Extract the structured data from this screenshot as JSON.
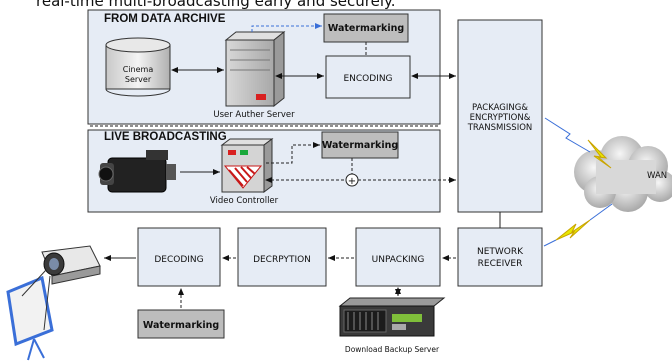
{
  "header_fragment": "real-time multi-broadcasting early and securely.",
  "sections": {
    "archive": "FROM DATA ARCHIVE",
    "live": "LIVE BROADCASTING"
  },
  "nodes": {
    "cinema_server": [
      "Cinema",
      "Server"
    ],
    "user_auth_server": "User Auther Server",
    "watermarking_top": "Watermarking",
    "encoding": "ENCODING",
    "watermarking_mid": "Watermarking",
    "video_controller": "Video Controller",
    "plus": "+",
    "packaging": [
      "PACKAGING&",
      "ENCRYPTION&",
      "TRANSMISSION"
    ],
    "wan": "WAN",
    "network_receiver": [
      "NETWORK",
      "RECEIVER"
    ],
    "unpacking": "UNPACKING",
    "decryption": "DECRPYTION",
    "decoding": "DECODING",
    "watermarking_bottom": "Watermarking",
    "download_backup_server": "Download Backup Server"
  },
  "colors": {
    "panel_fill": "#e6ecf5",
    "watermark_fill": "#bdbdbd",
    "lightning": "#e8e800",
    "lightning_outline": "#3a6fd8"
  },
  "icons": [
    "cinema-server-icon",
    "server-tower-icon",
    "camcorder-icon",
    "video-controller-icon",
    "cloud-icon",
    "projector-icon",
    "projection-screen-icon",
    "rack-server-icon",
    "lightning-icon"
  ]
}
